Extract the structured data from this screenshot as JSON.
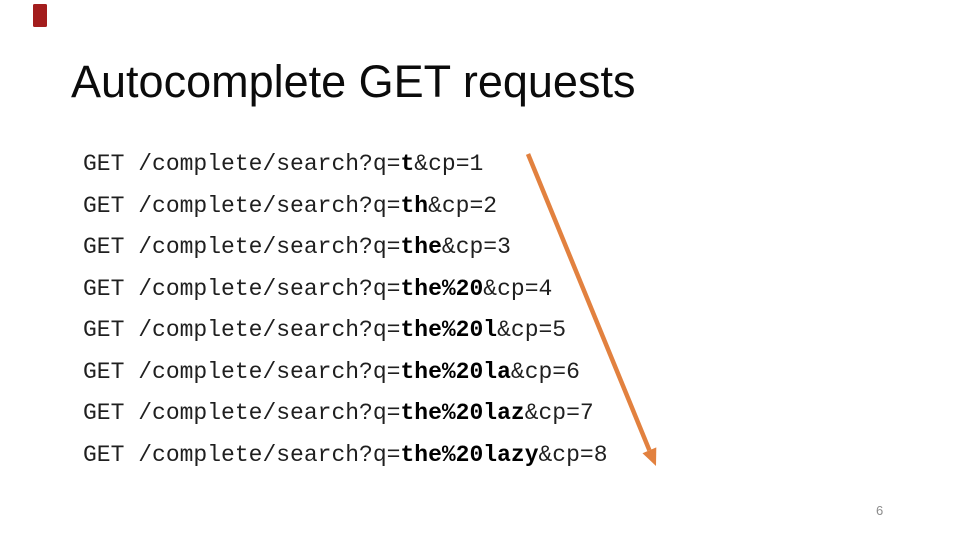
{
  "slide": {
    "title": "Autocomplete GET requests",
    "page_number": "6"
  },
  "colors": {
    "arrow": "#E2813F",
    "corner_mark": "#A31D1D",
    "code_text": "#1F1F1F",
    "page_number": "#8C8C8C"
  },
  "requests": [
    {
      "method": "GET",
      "path": " /complete/search?q=",
      "query": "t",
      "suffix": "&cp=1"
    },
    {
      "method": "GET",
      "path": " /complete/search?q=",
      "query": "th",
      "suffix": "&cp=2"
    },
    {
      "method": "GET",
      "path": " /complete/search?q=",
      "query": "the",
      "suffix": "&cp=3"
    },
    {
      "method": "GET",
      "path": " /complete/search?q=",
      "query": "the%20",
      "suffix": "&cp=4"
    },
    {
      "method": "GET",
      "path": " /complete/search?q=",
      "query": "the%20l",
      "suffix": "&cp=5"
    },
    {
      "method": "GET",
      "path": " /complete/search?q=",
      "query": "the%20la",
      "suffix": "&cp=6"
    },
    {
      "method": "GET",
      "path": " /complete/search?q=",
      "query": "the%20laz",
      "suffix": "&cp=7"
    },
    {
      "method": "GET",
      "path": " /complete/search?q=",
      "query": "the%20lazy",
      "suffix": "&cp=8"
    }
  ]
}
